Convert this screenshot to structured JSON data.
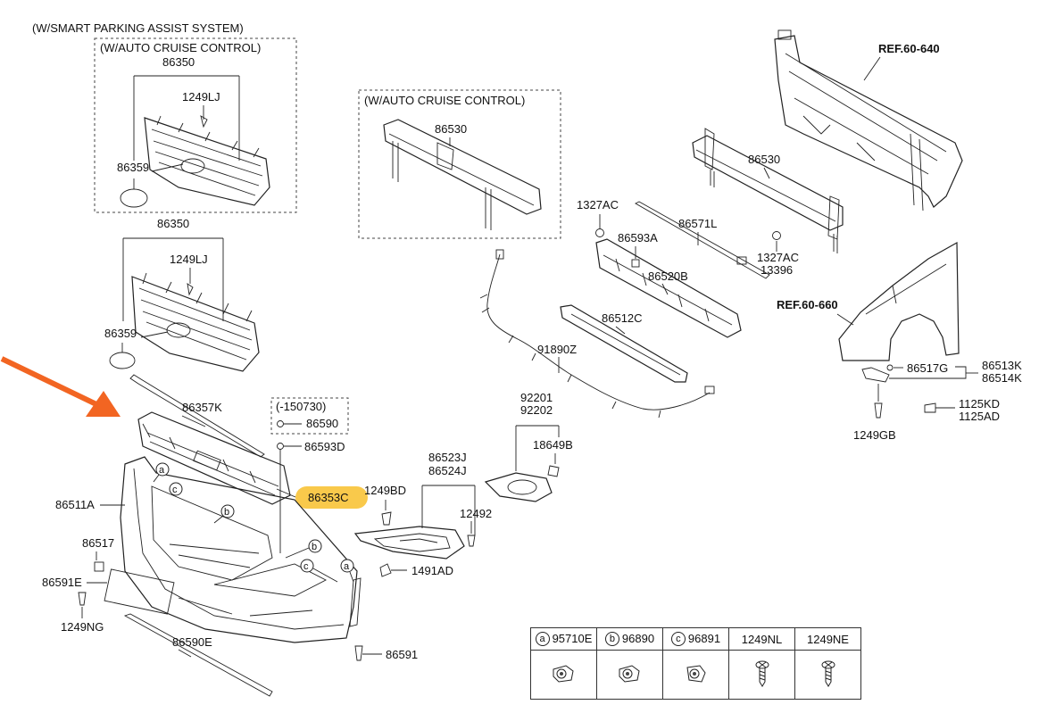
{
  "notes": {
    "spas": "(W/SMART PARKING ASSIST SYSTEM)",
    "acc_top": "(W/AUTO CRUISE CONTROL)",
    "acc_mid": "(W/AUTO CRUISE CONTROL)",
    "date": "(-150730)"
  },
  "refs": {
    "ref_a": "REF.60-640",
    "ref_b": "REF.60-660"
  },
  "parts": {
    "p86350a": "86350",
    "p1249lj_a": "1249LJ",
    "p86359a": "86359",
    "p86350b": "86350",
    "p1249lj_b": "1249LJ",
    "p86359b": "86359",
    "p86357k": "86357K",
    "p86590": "86590",
    "p86593d": "86593D",
    "p86353c": "86353C",
    "p86511a": "86511A",
    "p86517": "86517",
    "p86591e": "86591E",
    "p1249ng": "1249NG",
    "p86590e": "86590E",
    "p86591": "86591",
    "p1491ad": "1491AD",
    "p1249bd": "1249BD",
    "p86523j": "86523J",
    "p86524j": "86524J",
    "p12492": "12492",
    "p92201": "92201",
    "p92202": "92202",
    "p18649b": "18649B",
    "p91890z": "91890Z",
    "p86512c": "86512C",
    "p86520b": "86520B",
    "p86593a": "86593A",
    "p1327ac_a": "1327AC",
    "p86571l": "86571L",
    "p1327ac_b": "1327AC",
    "p13396": "13396",
    "p86530a": "86530",
    "p86530b": "86530",
    "p86517g": "86517G",
    "p86513k": "86513K",
    "p86514k": "86514K",
    "p1125kd": "1125KD",
    "p1125ad": "1125AD",
    "p1249gb": "1249GB"
  },
  "callouts": {
    "a": "a",
    "b": "b",
    "c": "c"
  },
  "legend": {
    "col1": {
      "key": "a",
      "code": "95710E"
    },
    "col2": {
      "key": "b",
      "code": "96890"
    },
    "col3": {
      "key": "c",
      "code": "96891"
    },
    "col4": {
      "code": "1249NL"
    },
    "col5": {
      "code": "1249NE"
    }
  },
  "colors": {
    "highlight": "#f9c94b",
    "arrow": "#f26522",
    "line": "#222222"
  }
}
